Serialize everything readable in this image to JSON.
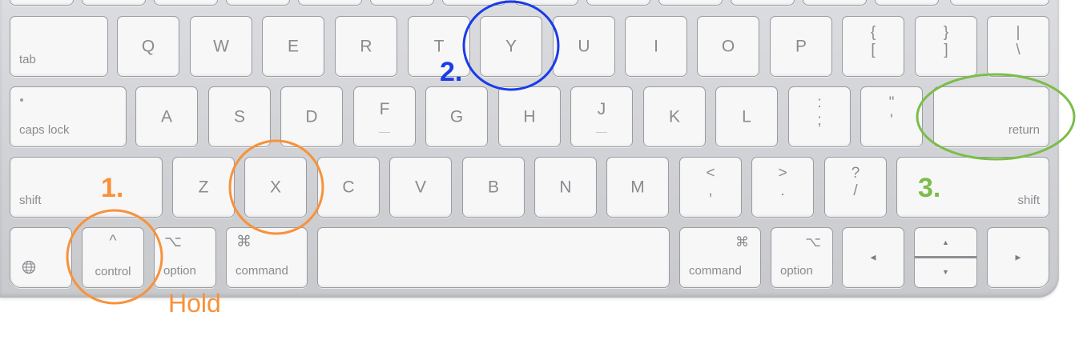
{
  "colors": {
    "orange": "#f7923a",
    "blue": "#1a3be8",
    "green": "#7cbd4a"
  },
  "keys": {
    "q": "Q",
    "w": "W",
    "e": "E",
    "r": "R",
    "t": "T",
    "y": "Y",
    "u": "U",
    "i": "I",
    "o": "O",
    "p": "P",
    "bracket_left_top": "{",
    "bracket_left_bottom": "[",
    "bracket_right_top": "}",
    "bracket_right_bottom": "]",
    "backslash_top": "|",
    "backslash_bottom": "\\",
    "tab": "tab",
    "caps_lock": "caps lock",
    "a": "A",
    "s": "S",
    "d": "D",
    "f": "F",
    "g": "G",
    "h": "H",
    "j": "J",
    "k": "K",
    "l": "L",
    "semicolon_top": ":",
    "semicolon_bottom": ";",
    "quote_top": "\"",
    "quote_bottom": "'",
    "return": "return",
    "shift": "shift",
    "z": "Z",
    "x": "X",
    "c": "C",
    "v": "V",
    "b": "B",
    "n": "N",
    "m": "M",
    "comma_top": "<",
    "comma_bottom": ",",
    "period_top": ">",
    "period_bottom": ".",
    "slash_top": "?",
    "slash_bottom": "/",
    "control_symbol": "^",
    "control": "control",
    "option_symbol": "⌥",
    "option": "option",
    "command_symbol": "⌘",
    "command": "command",
    "arrow_left": "◀",
    "arrow_up": "▲",
    "arrow_down": "▼",
    "arrow_right": "▶"
  },
  "annotations": {
    "step1": "1.",
    "step2": "2.",
    "step3": "3.",
    "hold": "Hold"
  }
}
